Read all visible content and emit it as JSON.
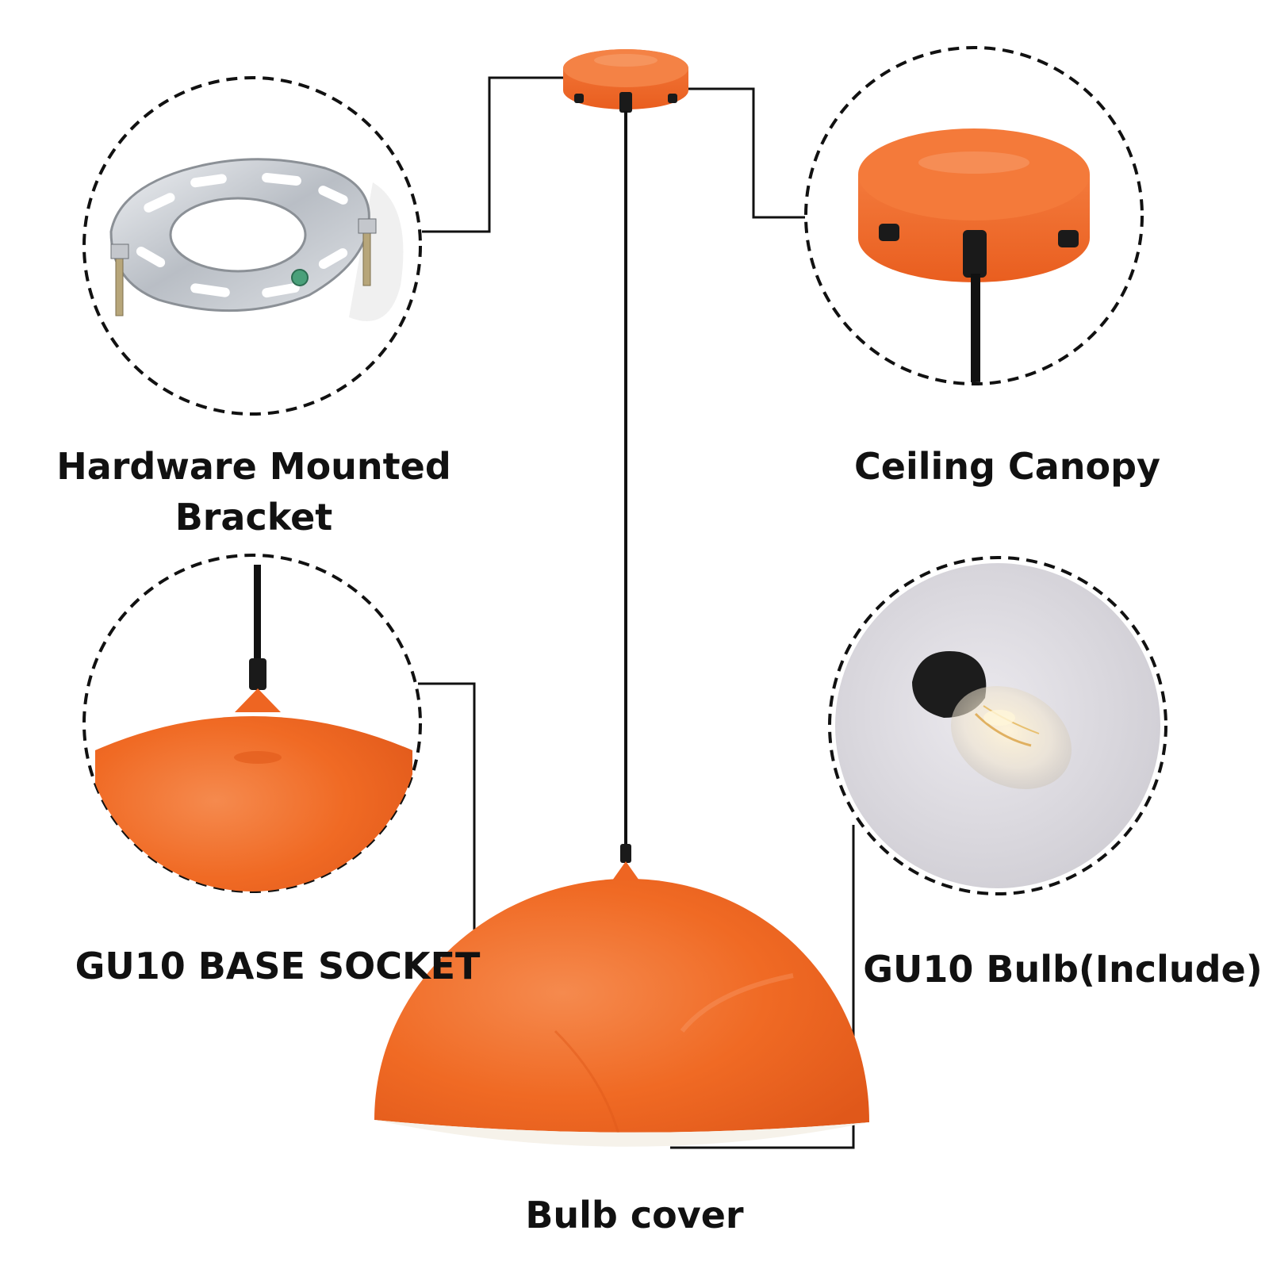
{
  "labels": {
    "bracket_line1": "Hardware Mounted",
    "bracket_line2": "Bracket",
    "ceiling_canopy": "Ceiling Canopy",
    "base_socket": "GU10 BASE SOCKET",
    "bulb": "GU10 Bulb(Include)",
    "bulb_cover": "Bulb cover"
  },
  "colors": {
    "shade_orange": "#f26a25",
    "shade_shadow": "#d9551a",
    "shade_inner": "#f7f3ec",
    "cord": "#111111",
    "bracket_metal": "#cfd3d8",
    "bulb_background": "#d8d6dc"
  }
}
